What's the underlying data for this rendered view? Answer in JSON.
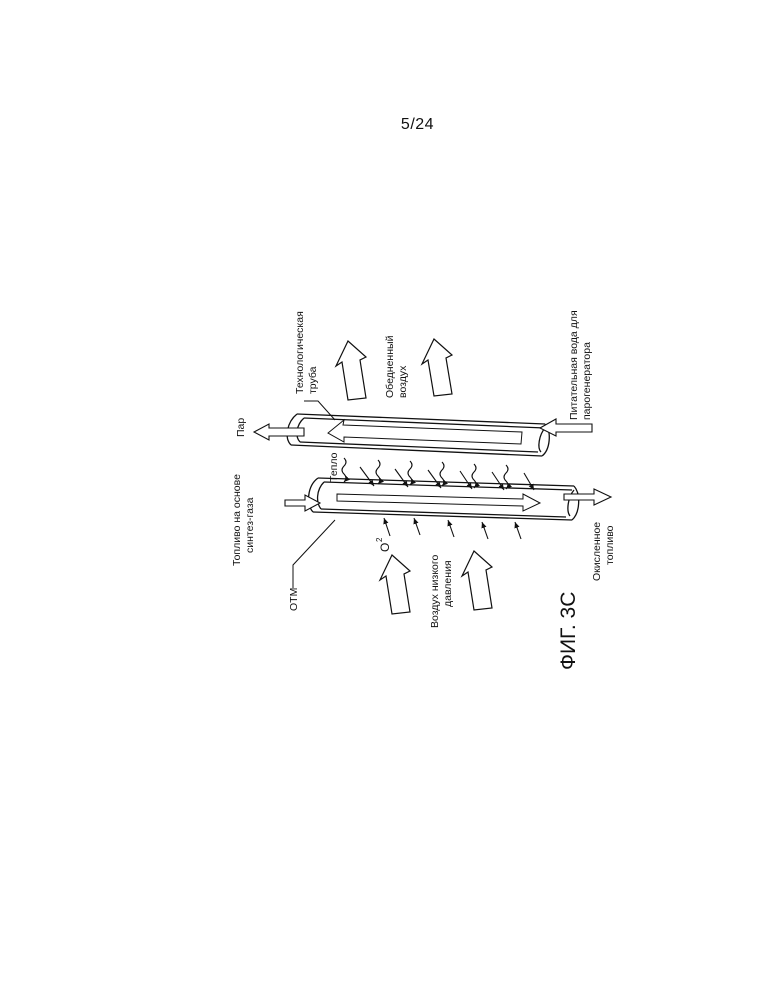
{
  "page": {
    "number": "5/24"
  },
  "figure": {
    "title": "ФИГ. 3С",
    "labels": {
      "process_tube_line1": "Технологическая",
      "process_tube_line2": "труба",
      "depleted_air_line1": "Обедненный",
      "depleted_air_line2": "воздух",
      "feedwater_line1": "Питательная вода для",
      "feedwater_line2": "парогенератора",
      "steam": "Пар",
      "heat": "Тепло",
      "syngas_fuel_line1": "Топливо на основе",
      "syngas_fuel_line2": "синтез-газа",
      "otm": "OTM",
      "oxygen": "O",
      "oxygen_sup": "2",
      "low_pressure_air_line1": "Воздух низкого",
      "low_pressure_air_line2": "давления",
      "oxidized_fuel_line1": "Окисленное",
      "oxidized_fuel_line2": "топливо"
    }
  }
}
